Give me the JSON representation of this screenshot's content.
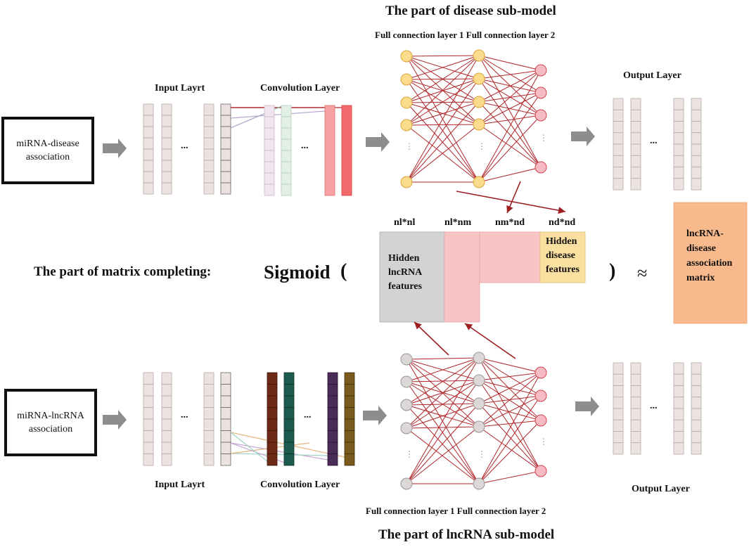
{
  "titles": {
    "disease_submodel": "The part of disease sub-model",
    "lncrna_submodel": "The part of lncRNA sub-model",
    "matrix_completing": "The part of matrix completing:"
  },
  "top": {
    "fc_layers": "Full connection layer 1 Full connection layer 2",
    "input_layer": "Input Layrt",
    "conv_layer": "Convolution Layer",
    "output_layer": "Output Layer",
    "assoc_box": "miRNA-disease association",
    "ellipsis": "..."
  },
  "bottom": {
    "fc_layers": "Full connection layer 1 Full connection layer 2",
    "input_layer": "Input Layrt",
    "conv_layer": "Convolution Layer",
    "output_layer": "Output Layer",
    "assoc_box": "miRNA-lncRNA association",
    "ellipsis": "..."
  },
  "matrix": {
    "sigmoid": "Sigmoid",
    "open_paren": "(",
    "close_paren": ")",
    "approx": "≈",
    "dims": [
      "nl*nl",
      "nl*nm",
      "nm*nd",
      "nd*nd"
    ],
    "hidden_lncrna": "Hidden lncRNA features",
    "hidden_disease": "Hidden disease features",
    "result": "lncRNA-disease association matrix"
  },
  "colors": {
    "network_edge": "#b0262a",
    "top_node": "#fbdc8c",
    "top_node_border": "#d9a53a",
    "out_node": "#f7bcc3",
    "out_node_border": "#d0454f",
    "gray_node": "#dcd8d7",
    "cell": "#ece3e1",
    "cell_border": "#b7aaa8",
    "arrow": "#8d8d8d",
    "hidden_lncrna": "#d3d3d3",
    "pink": "#f8c4c5",
    "hidden_disease": "#f9e0a1",
    "result_box": "#f8b98c",
    "arrow_red": "#9c1f22"
  }
}
